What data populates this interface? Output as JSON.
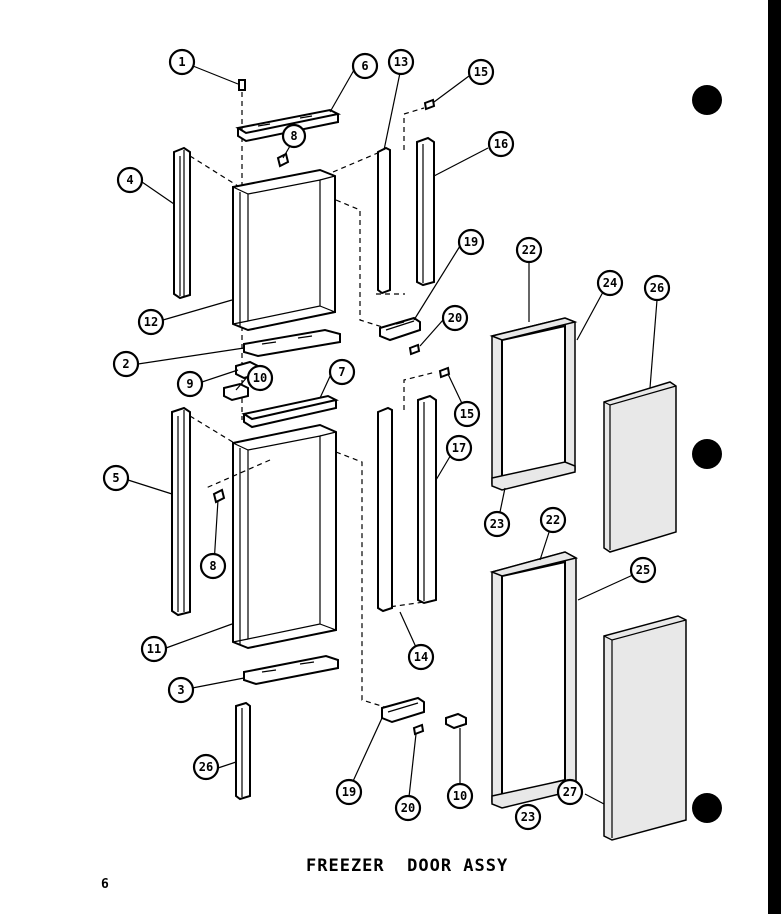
{
  "diagram": {
    "title": "FREEZER  DOOR ASSY",
    "page_number": "6",
    "callouts": [
      {
        "id": "c1",
        "label": "1"
      },
      {
        "id": "c6",
        "label": "6"
      },
      {
        "id": "c13",
        "label": "13"
      },
      {
        "id": "c15a",
        "label": "15"
      },
      {
        "id": "c8a",
        "label": "8"
      },
      {
        "id": "c16",
        "label": "16"
      },
      {
        "id": "c4",
        "label": "4"
      },
      {
        "id": "c19a",
        "label": "19"
      },
      {
        "id": "c22a",
        "label": "22"
      },
      {
        "id": "c24",
        "label": "24"
      },
      {
        "id": "c26a",
        "label": "26"
      },
      {
        "id": "c12",
        "label": "12"
      },
      {
        "id": "c20a",
        "label": "20"
      },
      {
        "id": "c2",
        "label": "2"
      },
      {
        "id": "c9",
        "label": "9"
      },
      {
        "id": "c10a",
        "label": "10"
      },
      {
        "id": "c7",
        "label": "7"
      },
      {
        "id": "c15b",
        "label": "15"
      },
      {
        "id": "c17",
        "label": "17"
      },
      {
        "id": "c5",
        "label": "5"
      },
      {
        "id": "c23a",
        "label": "23"
      },
      {
        "id": "c22b",
        "label": "22"
      },
      {
        "id": "c8b",
        "label": "8"
      },
      {
        "id": "c25",
        "label": "25"
      },
      {
        "id": "c11",
        "label": "11"
      },
      {
        "id": "c14",
        "label": "14"
      },
      {
        "id": "c3",
        "label": "3"
      },
      {
        "id": "c26b",
        "label": "26"
      },
      {
        "id": "c19b",
        "label": "19"
      },
      {
        "id": "c20b",
        "label": "20"
      },
      {
        "id": "c10b",
        "label": "10"
      },
      {
        "id": "c27",
        "label": "27"
      },
      {
        "id": "c23b",
        "label": "23"
      }
    ]
  }
}
